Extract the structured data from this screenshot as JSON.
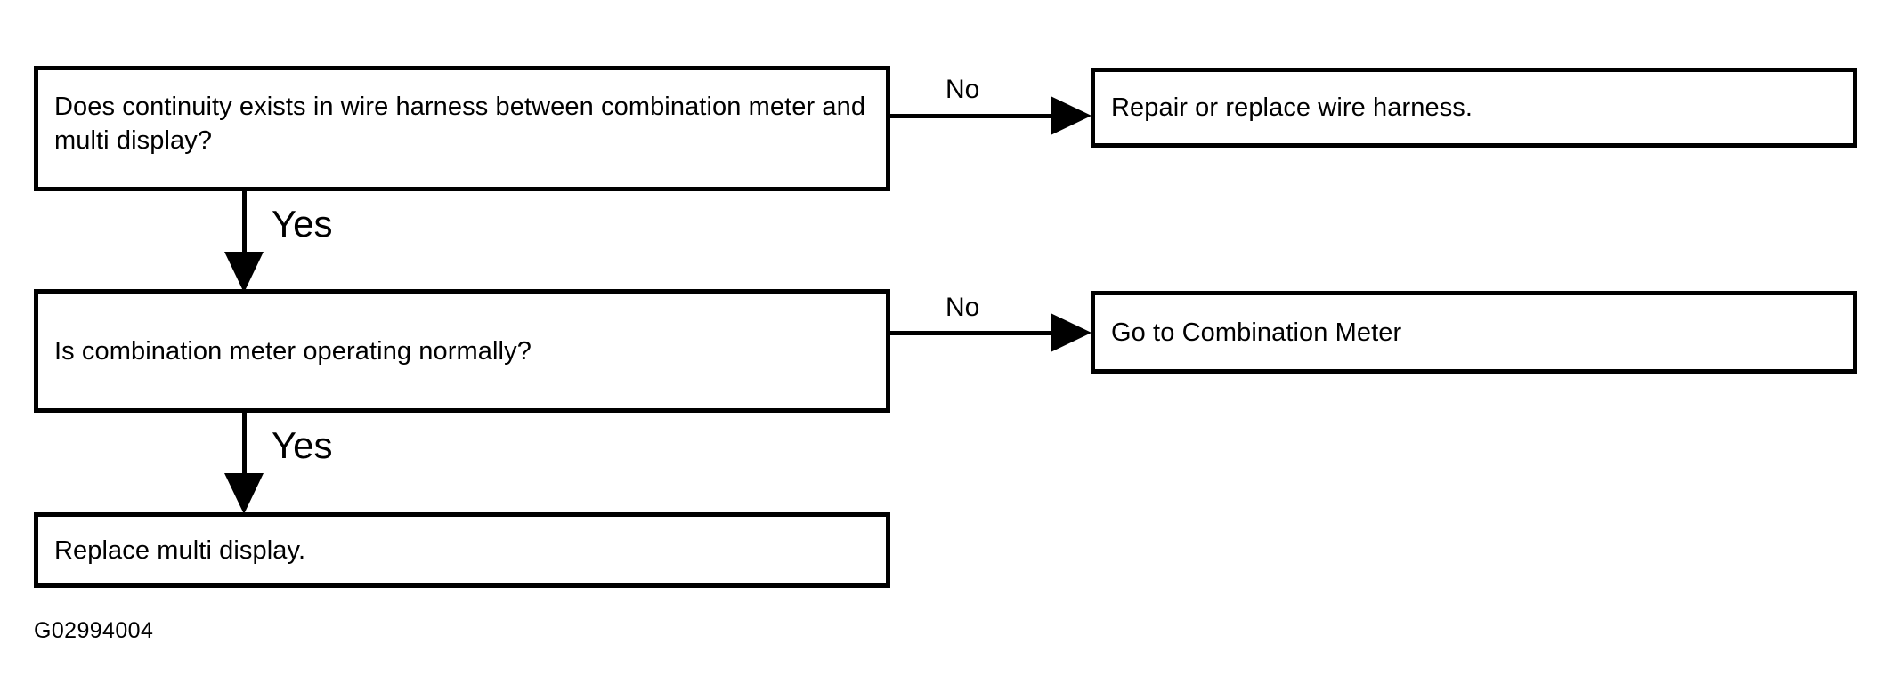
{
  "diagram": {
    "caption": "G02994004",
    "ink_color": "#000000",
    "background_color": "#ffffff",
    "nodes": [
      {
        "id": "q1",
        "kind": "decision",
        "text": "Does continuity exists in wire harness between combination meter and\nmulti display?"
      },
      {
        "id": "a1",
        "kind": "action",
        "text": "Repair or replace wire harness."
      },
      {
        "id": "q2",
        "kind": "decision",
        "text": "Is combination meter operating normally?"
      },
      {
        "id": "a2",
        "kind": "action",
        "text": "Go to Combination Meter"
      },
      {
        "id": "a3",
        "kind": "action",
        "text": "Replace multi display."
      }
    ],
    "edges": [
      {
        "id": "e1",
        "from": "q1",
        "to": "a1",
        "label": "No",
        "direction": "right"
      },
      {
        "id": "e2",
        "from": "q1",
        "to": "q2",
        "label": "Yes",
        "direction": "down"
      },
      {
        "id": "e3",
        "from": "q2",
        "to": "a2",
        "label": "No",
        "direction": "right"
      },
      {
        "id": "e4",
        "from": "q2",
        "to": "a3",
        "label": "Yes",
        "direction": "down"
      }
    ]
  }
}
